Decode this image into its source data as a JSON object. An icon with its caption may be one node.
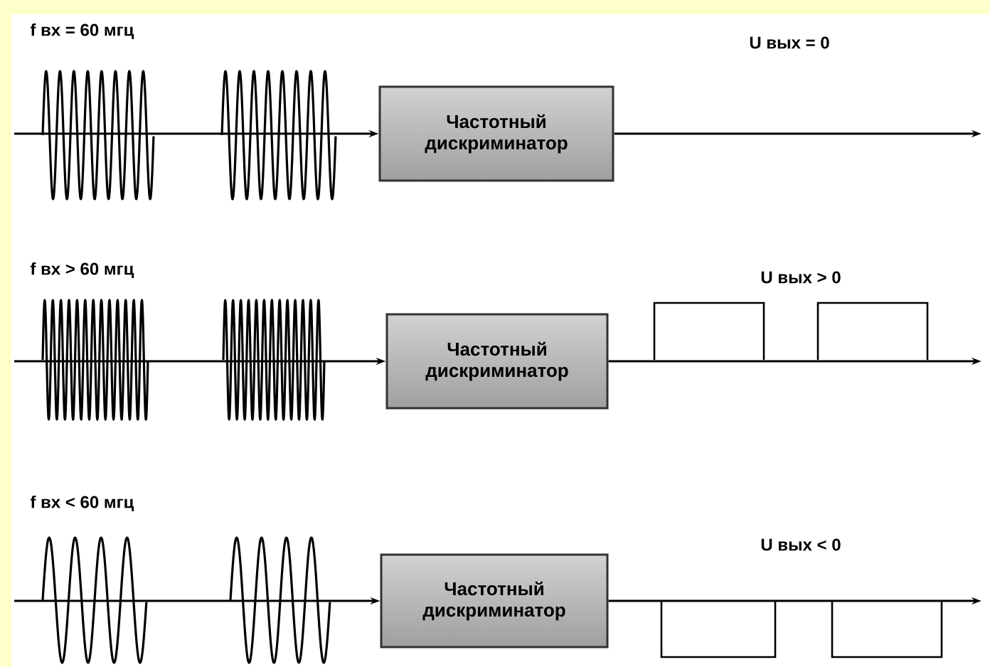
{
  "diagram": {
    "nodes": [
      {
        "text": [
          "Частотный дискриминатор"
        ]
      },
      {
        "text": [
          "Частотный дискриминатор"
        ]
      },
      {
        "text": [
          "Частотный дискриминатор"
        ]
      }
    ],
    "edges": [
      {
        "from": null,
        "to": 0,
        "arrow": "to"
      },
      {
        "from": 0,
        "to": null,
        "arrow": "to"
      },
      {
        "from": null,
        "to": 1,
        "arrow": "to"
      },
      {
        "from": 1,
        "to": null,
        "arrow": "to"
      },
      {
        "from": null,
        "to": 2,
        "arrow": "to"
      },
      {
        "from": 2,
        "to": null,
        "arrow": "to"
      }
    ],
    "labels": [
      "f вх = 60 мгц",
      "U вых = 0",
      "f вх > 60 мгц",
      "U вых > 0",
      "f вх < 60 мгц",
      "U вых < 0"
    ]
  }
}
